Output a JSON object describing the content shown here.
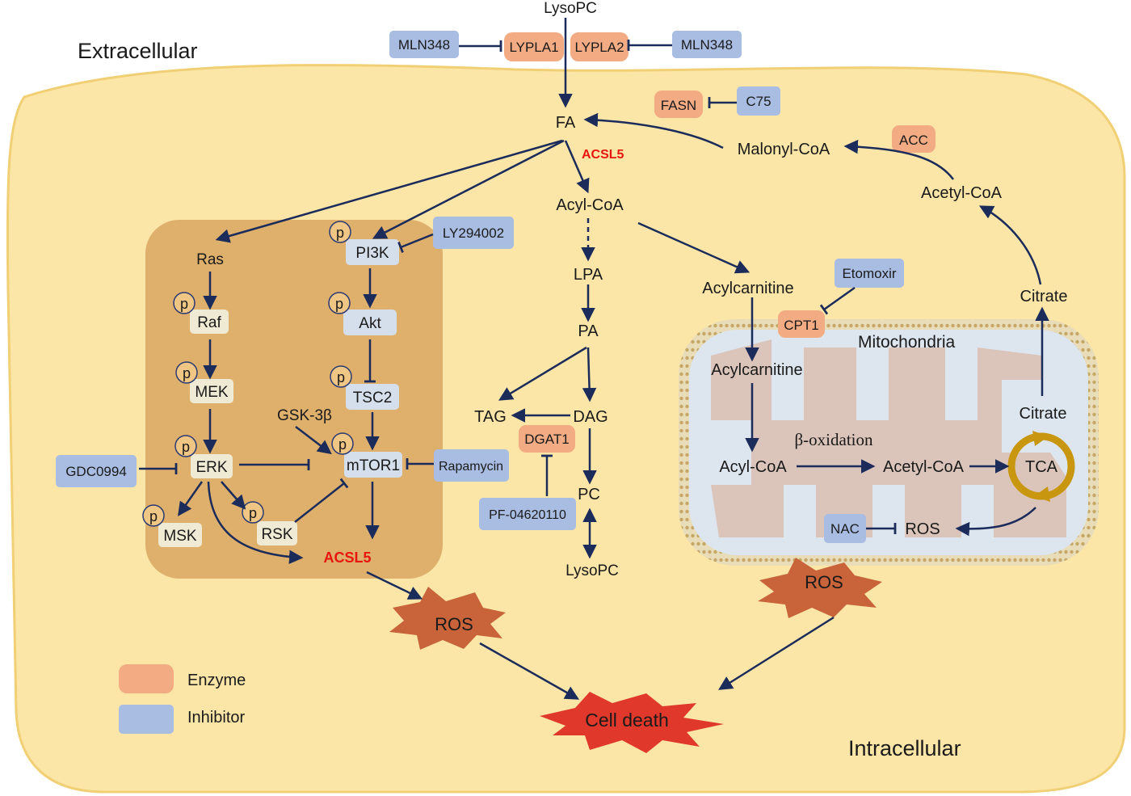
{
  "regions": {
    "extracellular": "Extracellular",
    "intracellular": "Intracellular",
    "mitochondria": "Mitochondria"
  },
  "colors": {
    "cell": "#fbe6a8",
    "cell_border": "#f1cf74",
    "signaling_box": "#deb06c",
    "enzyme": "#f2ab82",
    "inhibitor": "#a9bde3",
    "protein": "#efead4",
    "protein_blue": "#d5deeb",
    "arrow": "#1b2b5a",
    "ros": "#c8633a",
    "cell_death": "#e0382b",
    "tca": "#c8960f",
    "mito_fill": "#dde5ef",
    "mito_membrane": "#c6a866",
    "cristae": "#d9b9a8",
    "highlight": "#e8140e"
  },
  "top": {
    "lysopc": "LysoPC",
    "inhibitor_left": "MLN348",
    "enzyme_left": "LYPLA1",
    "enzyme_right": "LYPLA2",
    "inhibitor_right": "MLN348"
  },
  "fa_pathway": {
    "fa": "FA",
    "acsl5": "ACSL5",
    "acyl_coa": "Acyl-CoA",
    "lpa": "LPA",
    "pa": "PA",
    "tag": "TAG",
    "dag": "DAG",
    "dgat1": "DGAT1",
    "pf": "PF-04620110",
    "pc": "PC",
    "lysopc_bottom": "LysoPC"
  },
  "synthesis": {
    "fasn": "FASN",
    "c75": "C75",
    "malonyl_coa": "Malonyl-CoA",
    "acc": "ACC",
    "acetyl_coa": "Acetyl-CoA",
    "citrate_out": "Citrate"
  },
  "signaling": {
    "p": "p",
    "ras": "Ras",
    "raf": "Raf",
    "mek": "MEK",
    "erk": "ERK",
    "msk": "MSK",
    "rsk": "RSK",
    "pi3k": "PI3K",
    "ly294002": "LY294002",
    "akt": "Akt",
    "tsc2": "TSC2",
    "gsk3b": "GSK-3β",
    "mtor1": "mTOR1",
    "rapamycin": "Rapamycin",
    "gdc0994": "GDC0994",
    "acsl5": "ACSL5"
  },
  "mito": {
    "acylcarnitine_out": "Acylcarnitine",
    "etomoxir": "Etomoxir",
    "cpt1": "CPT1",
    "acylcarnitine_in": "Acylcarnitine",
    "beta_ox": "β-oxidation",
    "acyl_coa": "Acyl-CoA",
    "acetyl_coa": "Acetyl-CoA",
    "tca": "TCA",
    "citrate_in": "Citrate",
    "nac": "NAC",
    "ros": "ROS"
  },
  "outcomes": {
    "ros_left": "ROS",
    "ros_right": "ROS",
    "cell_death": "Cell death"
  },
  "legend": {
    "enzyme": "Enzyme",
    "inhibitor": "Inhibitor"
  }
}
